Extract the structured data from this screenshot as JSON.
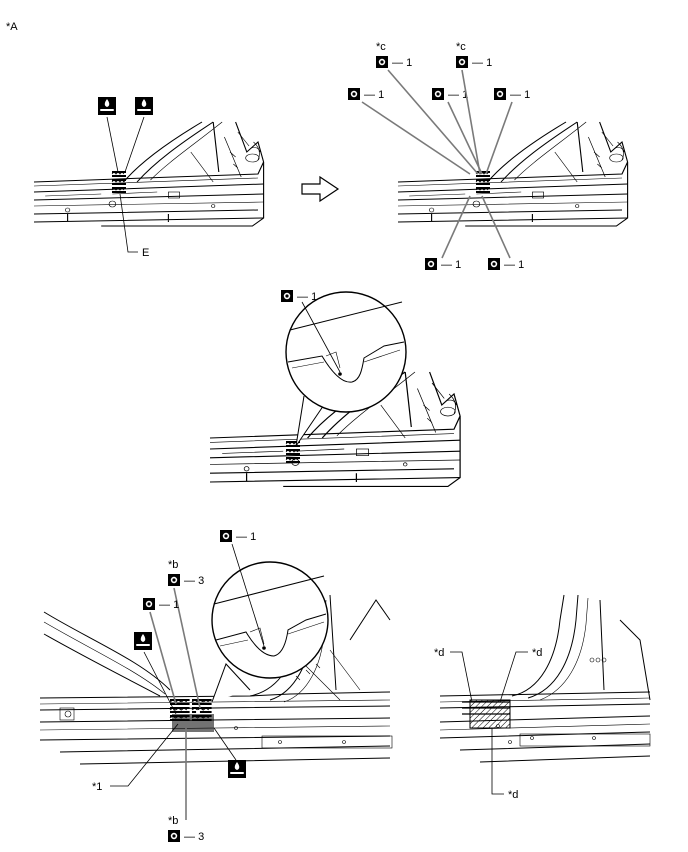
{
  "corner_label": "*A",
  "icons": {
    "weld_symbol": "spot-weld-icon",
    "torch_symbol": "gas-torch-icon",
    "arrow": "right-arrow-icon"
  },
  "callouts": {
    "e_label": "E",
    "weld_1": "1",
    "weld_3": "3",
    "c_note": "*c",
    "b_note": "*b",
    "d_note": "*d",
    "one_note": "*1"
  }
}
